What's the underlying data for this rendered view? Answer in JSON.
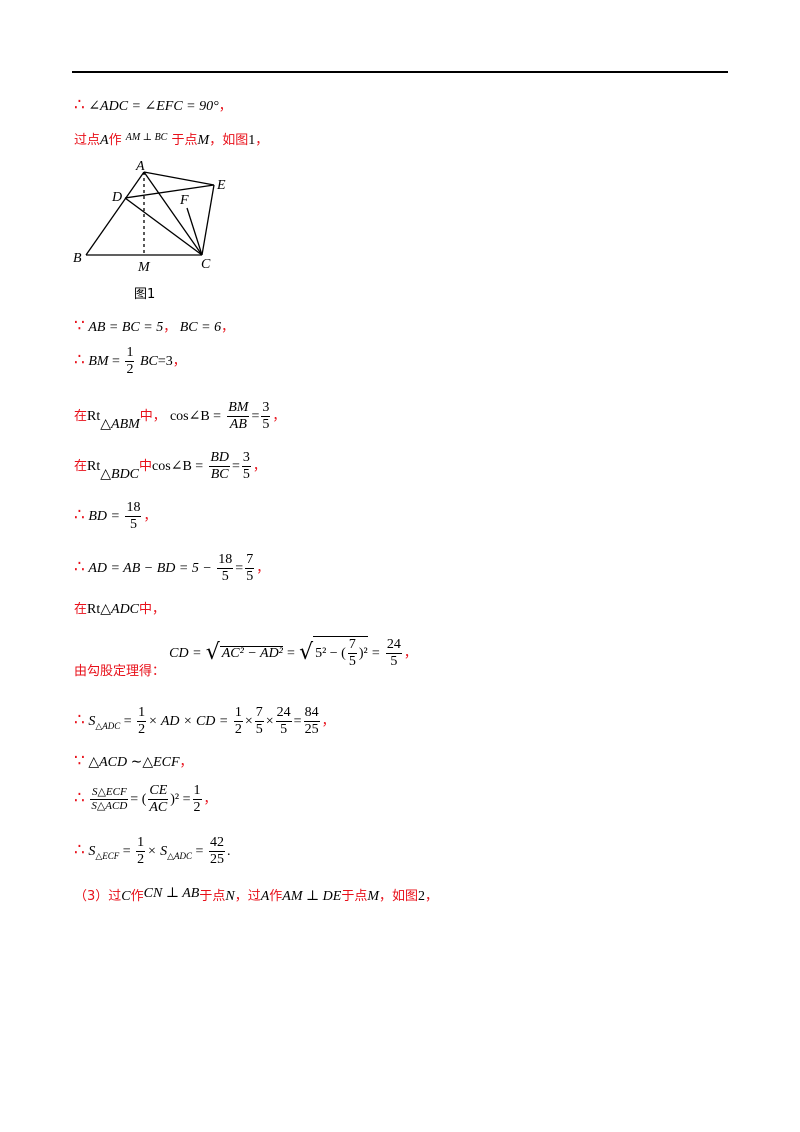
{
  "header_rule": true,
  "lines": {
    "l1": {
      "therefore": "∴",
      "expr": "∠ADC = ∠EFC = 90°",
      "punct": "，"
    },
    "l2": {
      "t1": "过点",
      "A": "A",
      "t2": "作",
      "expr": "AM ⊥ BC",
      "t3": "于点",
      "M": "M",
      "t4": "，如图",
      "n": "1",
      "t5": "，"
    },
    "figure": {
      "caption": "图1",
      "labels": {
        "A": "A",
        "D": "D",
        "E": "E",
        "F": "F",
        "B": "B",
        "M": "M",
        "C": "C"
      }
    },
    "l3": {
      "because": "∵",
      "expr1": "AB = BC = 5",
      "sep": "，",
      "expr2": "BC = 6",
      "punct": "，"
    },
    "l4": {
      "therefore": "∴",
      "lhs": "BM",
      "eq": "=",
      "num": "1",
      "den": "2",
      "rhs": "BC",
      "res": "=3",
      "punct": "，"
    },
    "l5": {
      "t1": "在",
      "rt": "Rt",
      "tri": "△ABM",
      "t2": "中，",
      "fn": "cos∠B =",
      "num1": "BM",
      "den1": "AB",
      "eq": "=",
      "num2": "3",
      "den2": "5",
      "punct": "，"
    },
    "l6": {
      "t1": "在",
      "rt": "Rt",
      "tri": "△BDC",
      "t2": "中",
      "fn": "cos∠B =",
      "num1": "BD",
      "den1": "BC",
      "eq": "=",
      "num2": "3",
      "den2": "5",
      "punct": "，"
    },
    "l7": {
      "therefore": "∴",
      "lhs": "BD =",
      "num": "18",
      "den": "5",
      "punct": "，"
    },
    "l8": {
      "therefore": "∴",
      "lhs": "AD = AB − BD = 5 −",
      "num1": "18",
      "den1": "5",
      "eq": "=",
      "num2": "7",
      "den2": "5",
      "punct": "，"
    },
    "l9": {
      "t1": "在",
      "rt": "Rt",
      "tri": "△ADC",
      "t2": "中，"
    },
    "l10": {
      "t1": "由勾股定理得：",
      "lhs": "CD =",
      "rad1": "AC² − AD²",
      "eq": "=",
      "rad2a": "5² − (",
      "num": "7",
      "den": "5",
      "rad2b": ")²",
      "eq2": "=",
      "num2": "24",
      "den2": "5",
      "punct": "，"
    },
    "l11": {
      "therefore": "∴",
      "lhs": "S",
      "sub": "△ADC",
      "eq": "=",
      "n1": "1",
      "d1": "2",
      "mid": "× AD × CD =",
      "n2": "1",
      "d2": "2",
      "x1": "×",
      "n3": "7",
      "d3": "5",
      "x2": "×",
      "n4": "24",
      "d4": "5",
      "eq2": "=",
      "n5": "84",
      "d5": "25",
      "punct": "，"
    },
    "l12": {
      "because": "∵",
      "expr": "△ACD ∼△ECF",
      "punct": "，"
    },
    "l13": {
      "therefore": "∴",
      "num1": "S△ECF",
      "den1": "S△ACD",
      "eq": "= (",
      "num2": "CE",
      "den2": "AC",
      "close": ")² =",
      "num3": "1",
      "den3": "2",
      "punct": "，"
    },
    "l14": {
      "therefore": "∴",
      "lhs": "S",
      "sub": "△ECF",
      "eq": "=",
      "n1": "1",
      "d1": "2",
      "mid": "× S",
      "sub2": "△ADC",
      "eq2": "=",
      "n2": "42",
      "d2": "25",
      "punct": "."
    },
    "l15": {
      "t1": "（3）过",
      "C": "C",
      "t2": "作",
      "expr1": "CN ⊥ AB",
      "t3": "于点",
      "N": "N",
      "t4": "，过",
      "A": "A",
      "t5": "作",
      "expr2": "AM ⊥ DE",
      "t6": "于点",
      "M": "M",
      "t7": "，如图",
      "n": "2",
      "t8": "，"
    }
  },
  "colors": {
    "red": "#e8101a",
    "black": "#000000"
  }
}
